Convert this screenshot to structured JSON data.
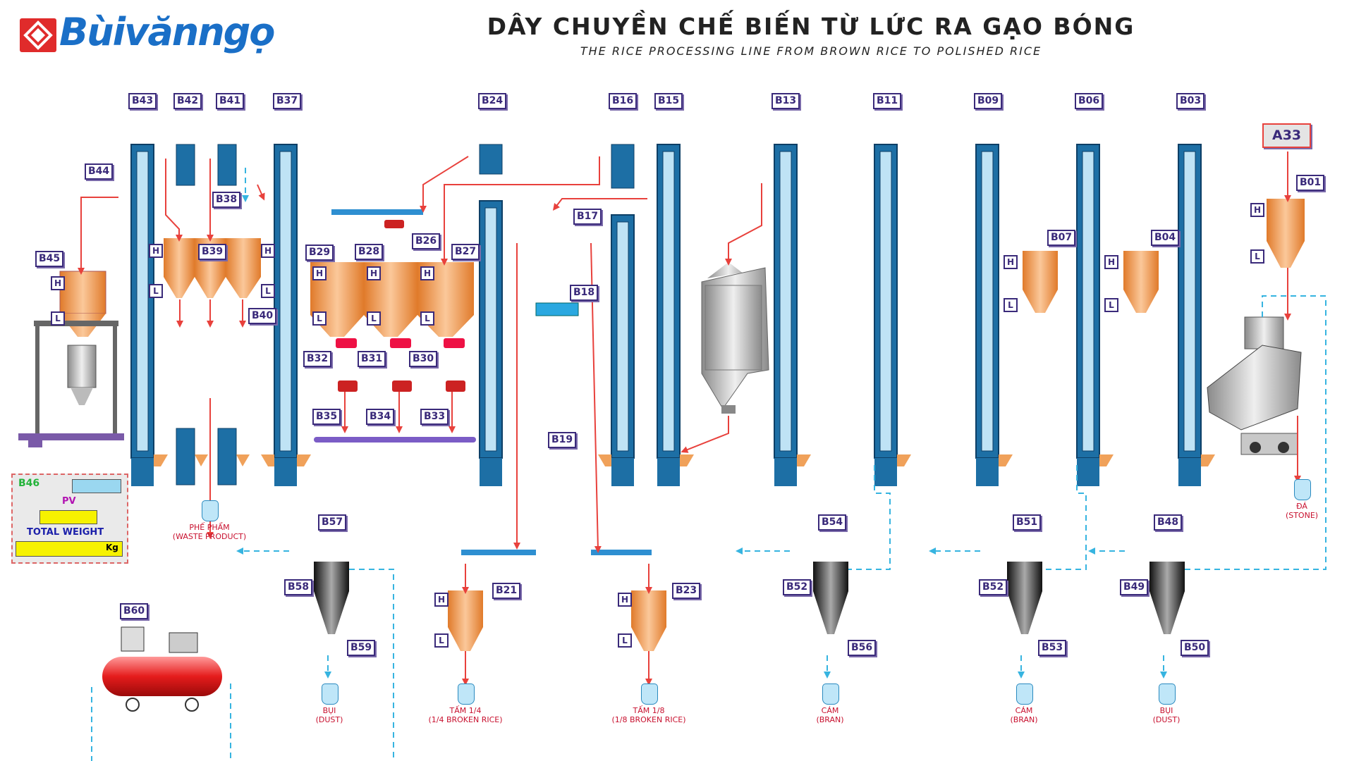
{
  "header": {
    "logo_text": "Bùivănngọ",
    "title": "DÂY CHUYỀN CHẾ BIẾN TỪ LỨC RA GẠO BÓNG",
    "subtitle": "THE RICE PROCESSING LINE FROM BROWN RICE TO POLISHED RICE"
  },
  "tags": [
    "B43",
    "B42",
    "B41",
    "B37",
    "B24",
    "B16",
    "B15",
    "B13",
    "B11",
    "B09",
    "B06",
    "B03",
    "A33",
    "B01",
    "B44",
    "B38",
    "B45",
    "B39",
    "B40",
    "B26",
    "B29",
    "B28",
    "B27",
    "B32",
    "B31",
    "B30",
    "B35",
    "B34",
    "B33",
    "B17",
    "B18",
    "B19",
    "B07",
    "B04",
    "B57",
    "B54",
    "B51",
    "B48",
    "B58",
    "B21",
    "B23",
    "B52",
    "B52",
    "B49",
    "B59",
    "B56",
    "B53",
    "B50",
    "B60",
    "B46"
  ],
  "level_labels": {
    "high": "H",
    "low": "L"
  },
  "control_panel": {
    "tag": "B46",
    "pv_label": "PV",
    "total_weight_label": "TOTAL WEIGHT",
    "unit": "Kg"
  },
  "outputs": [
    {
      "line1": "PHẾ PHẨM",
      "line2": "(WASTE PRODUCT)"
    },
    {
      "line1": "BỤI",
      "line2": "(DUST)"
    },
    {
      "line1": "TẤM 1/4",
      "line2": "(1/4 BROKEN RICE)"
    },
    {
      "line1": "TẤM 1/8",
      "line2": "(1/8 BROKEN RICE)"
    },
    {
      "line1": "CÁM",
      "line2": "(BRAN)"
    },
    {
      "line1": "CÁM",
      "line2": "(BRAN)"
    },
    {
      "line1": "BỤI",
      "line2": "(DUST)"
    },
    {
      "line1": "ĐÁ",
      "line2": "(STONE)"
    }
  ],
  "colors": {
    "elevator": "#1d6fa5",
    "elevator_dark": "#0d3f66",
    "bin": "#f0a15a",
    "flow_red": "#e8413c",
    "flow_dashed": "#36b4e0",
    "tag_text": "#3a2a7a",
    "output_text": "#c8102e",
    "cyclone": "#222222"
  }
}
